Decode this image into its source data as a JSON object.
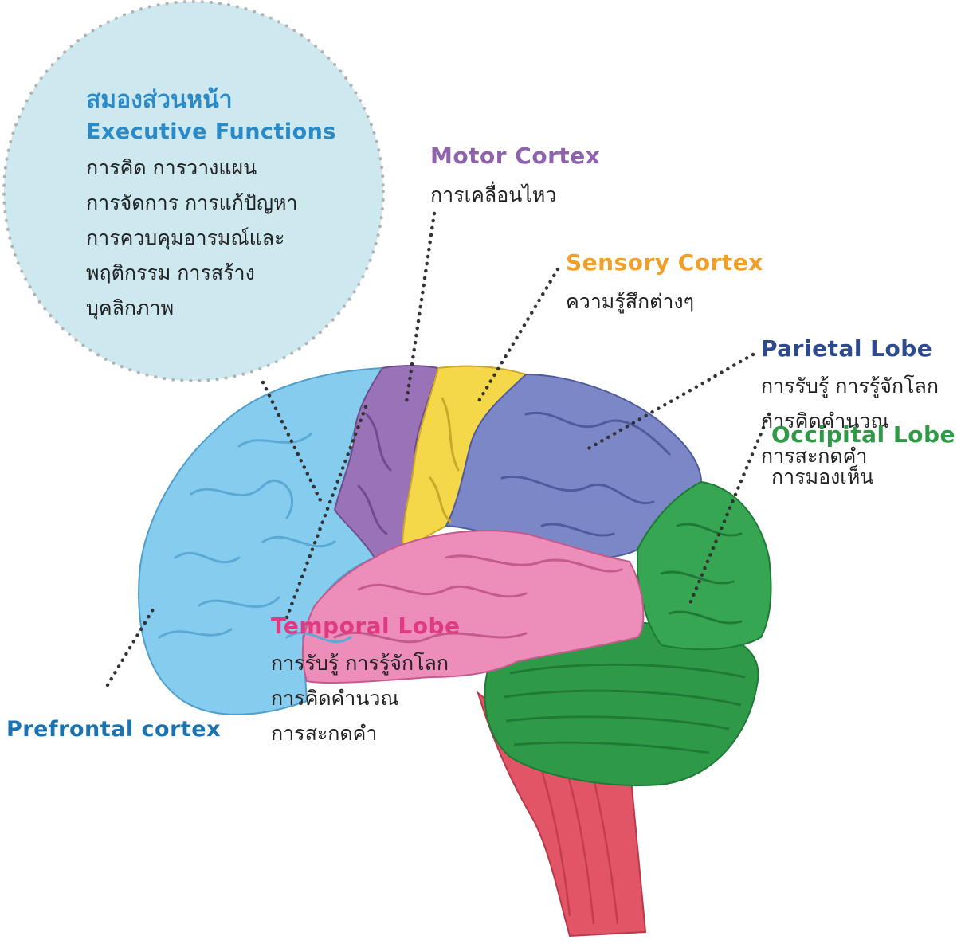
{
  "colors": {
    "prefrontal": "#1a73b0",
    "executive": "#2a8ac8",
    "motor": "#8f62ae",
    "sensory": "#f0a02a",
    "parietal": "#2e4a8e",
    "temporal": "#e03a82",
    "occipital": "#2e9a48",
    "circle_fill": "#cde8ef",
    "leader_line": "#333333"
  },
  "frontal_circle": {
    "title_th": "สมองส่วนหน้า",
    "title_en": "Executive Functions",
    "lines": [
      "การคิด การวางแผน",
      "การจัดการ การแก้ปัญหา",
      "การควบคุมอารมณ์และ",
      "พฤติกรรม การสร้าง",
      "บุคลิกภาพ"
    ]
  },
  "regions": {
    "motor": {
      "title": "Motor Cortex",
      "lines": [
        "การเคลื่อนไหว"
      ]
    },
    "sensory": {
      "title": "Sensory Cortex",
      "lines": [
        "ความรู้สึกต่างๆ"
      ]
    },
    "parietal": {
      "title": "Parietal Lobe",
      "lines": [
        "การรับรู้ การรู้จักโลก",
        "การคิดคำนวณ",
        "การสะกดคำ"
      ]
    },
    "occipital": {
      "title": "Occipital Lobe",
      "lines": [
        "การมองเห็น"
      ]
    },
    "temporal": {
      "title": "Temporal Lobe",
      "lines": [
        "การรับรู้ การรู้จักโลก",
        "การคิดคำนวณ",
        "การสะกดคำ"
      ]
    },
    "prefrontal": {
      "title": "Prefrontal cortex"
    }
  }
}
